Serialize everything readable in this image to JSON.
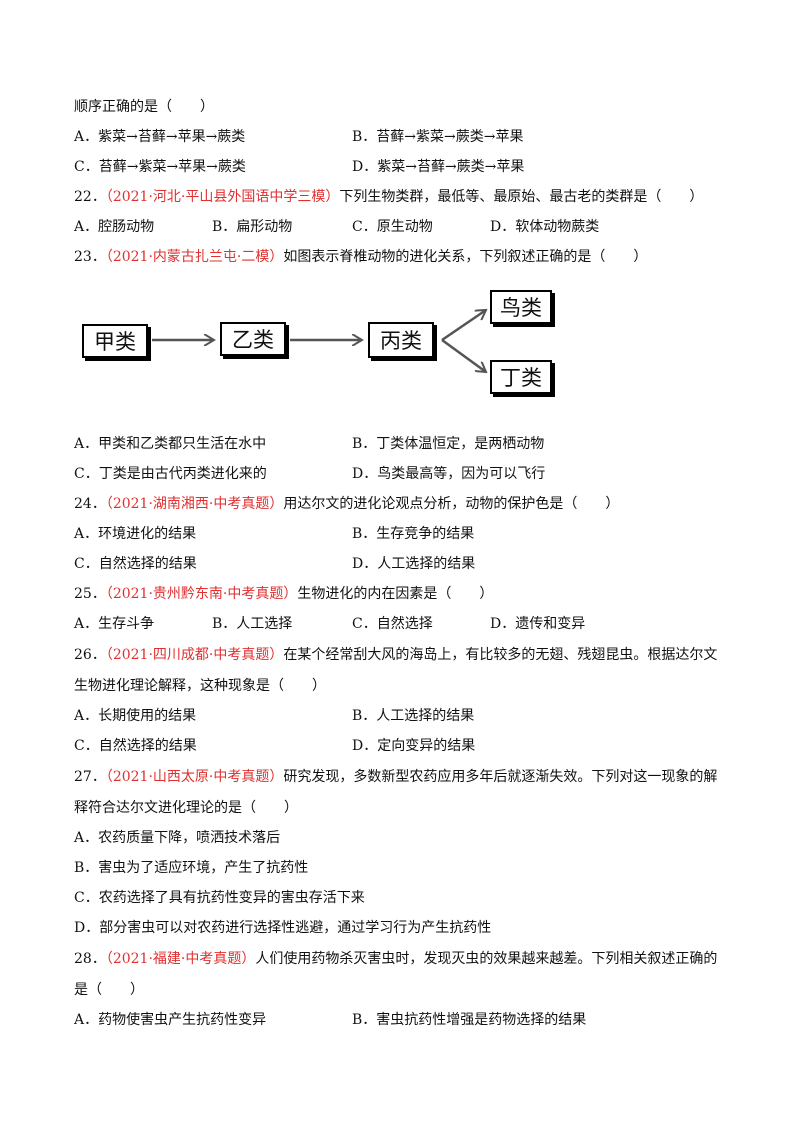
{
  "q21": {
    "cont": "顺序正确的是（　　）",
    "a": "A．紫菜→苔藓→苹果→蕨类",
    "b": "B．苔藓→紫菜→蕨类→苹果",
    "c": "C．苔藓→紫菜→苹果→蕨类",
    "d": "D．紫菜→苔藓→蕨类→苹果"
  },
  "q22": {
    "num": "22．",
    "src": "（2021·河北·平山县外国语中学三模）",
    "stem": "下列生物类群，最低等、最原始、最古老的类群是（　　）",
    "a": "A．腔肠动物",
    "b": "B．扁形动物",
    "c": "C．原生动物",
    "d": "D．软体动物蕨类"
  },
  "q23": {
    "num": "23．",
    "src": "（2021·内蒙古扎兰屯·二模）",
    "stem": "如图表示脊椎动物的进化关系，下列叙述正确的是（　　）",
    "a": "A．甲类和乙类都只生活在水中",
    "b": "B．丁类体温恒定，是两栖动物",
    "c": "C．丁类是由古代丙类进化来的",
    "d": "D．鸟类最高等，因为可以飞行"
  },
  "diagram": {
    "box1": "甲类",
    "box2": "乙类",
    "box3": "丙类",
    "box4": "鸟类",
    "box5": "丁类"
  },
  "q24": {
    "num": "24．",
    "src": "（2021·湖南湘西·中考真题）",
    "stem": "用达尔文的进化论观点分析，动物的保护色是（　　）",
    "a": "A．环境进化的结果",
    "b": "B．生存竞争的结果",
    "c": "C．自然选择的结果",
    "d": "D．人工选择的结果"
  },
  "q25": {
    "num": "25．",
    "src": "（2021·贵州黔东南·中考真题）",
    "stem": "生物进化的内在因素是（　　）",
    "a": "A．生存斗争",
    "b": "B．人工选择",
    "c": "C．自然选择",
    "d": "D．遗传和变异"
  },
  "q26": {
    "num": "26．",
    "src": "（2021·四川成都·中考真题）",
    "stem": "在某个经常刮大风的海岛上，有比较多的无翅、残翅昆虫。根据达尔文",
    "cont": "生物进化理论解释，这种现象是（　　）",
    "a": "A．长期使用的结果",
    "b": "B．人工选择的结果",
    "c": "C．自然选择的结果",
    "d": "D．定向变异的结果"
  },
  "q27": {
    "num": "27．",
    "src": "（2021·山西太原·中考真题）",
    "stem": "研究发现，多数新型农药应用多年后就逐渐失效。下列对这一现象的解",
    "cont": "释符合达尔文进化理论的是（　　）",
    "a": "A．农药质量下降，喷洒技术落后",
    "b": "B．害虫为了适应环境，产生了抗药性",
    "c": "C．农药选择了具有抗药性变异的害虫存活下来",
    "d": "D．部分害虫可以对农药进行选择性逃避，通过学习行为产生抗药性"
  },
  "q28": {
    "num": "28．",
    "src": "（2021·福建·中考真题）",
    "stem": "人们使用药物杀灭害虫时，发现灭虫的效果越来越差。下列相关叙述正确的",
    "cont": "是（　　）",
    "a": "A．药物使害虫产生抗药性变异",
    "b": "B．害虫抗药性增强是药物选择的结果"
  }
}
